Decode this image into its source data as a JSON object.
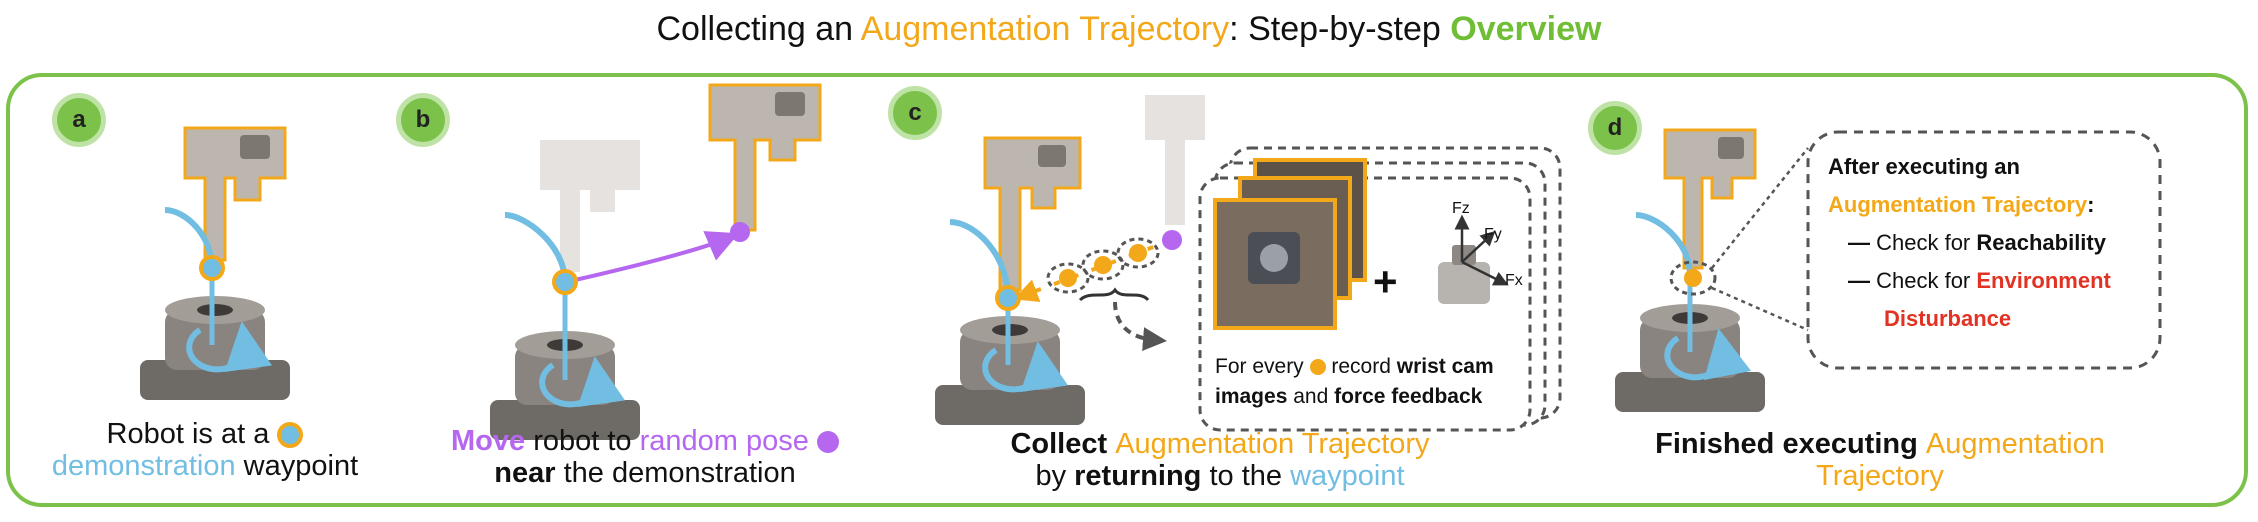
{
  "title": {
    "part1": "Collecting an ",
    "part2": "Augmentation Trajectory",
    "part3": ": Step-by-step ",
    "part4": "Overview"
  },
  "badges": {
    "a": "a",
    "b": "b",
    "c": "c",
    "d": "d"
  },
  "caption_a": {
    "line1_pre": "Robot is at a",
    "line2_blue": "demonstration",
    "line2_rest": " waypoint"
  },
  "caption_b": {
    "move": "Move",
    "mid": " robot to ",
    "random": "random pose",
    "near": "near",
    "rest": " the demonstration"
  },
  "caption_c": {
    "collect": "Collect ",
    "aug": "Augmentation Trajectory",
    "by": "by ",
    "returning": "returning",
    "to": " to the ",
    "waypoint": "waypoint"
  },
  "caption_d": {
    "finished": "Finished executing ",
    "aug1": "Augmentation",
    "aug2": "Trajectory"
  },
  "record_box": {
    "line1_pre": "For every",
    "line1_mid": " record ",
    "line1_bold": "wrist cam",
    "line2_bold1": "images",
    "line2_and": " and ",
    "line2_bold2": "force feedback"
  },
  "force_labels": {
    "fz": "Fz",
    "fy": "Fy",
    "fx": "Fx",
    "plus": "+"
  },
  "info_box": {
    "heading": "After executing an",
    "aug": "Augmentation Trajectory",
    "colon": ":",
    "dash": "—",
    "check_pre": " Check for ",
    "reach": "Reachability",
    "env": "Environment",
    "dist": "Disturbance"
  },
  "colors": {
    "orange": "#f3a81a",
    "green": "#6fbe36",
    "blue": "#72bde2",
    "purple": "#b567f0",
    "red": "#e23224"
  }
}
